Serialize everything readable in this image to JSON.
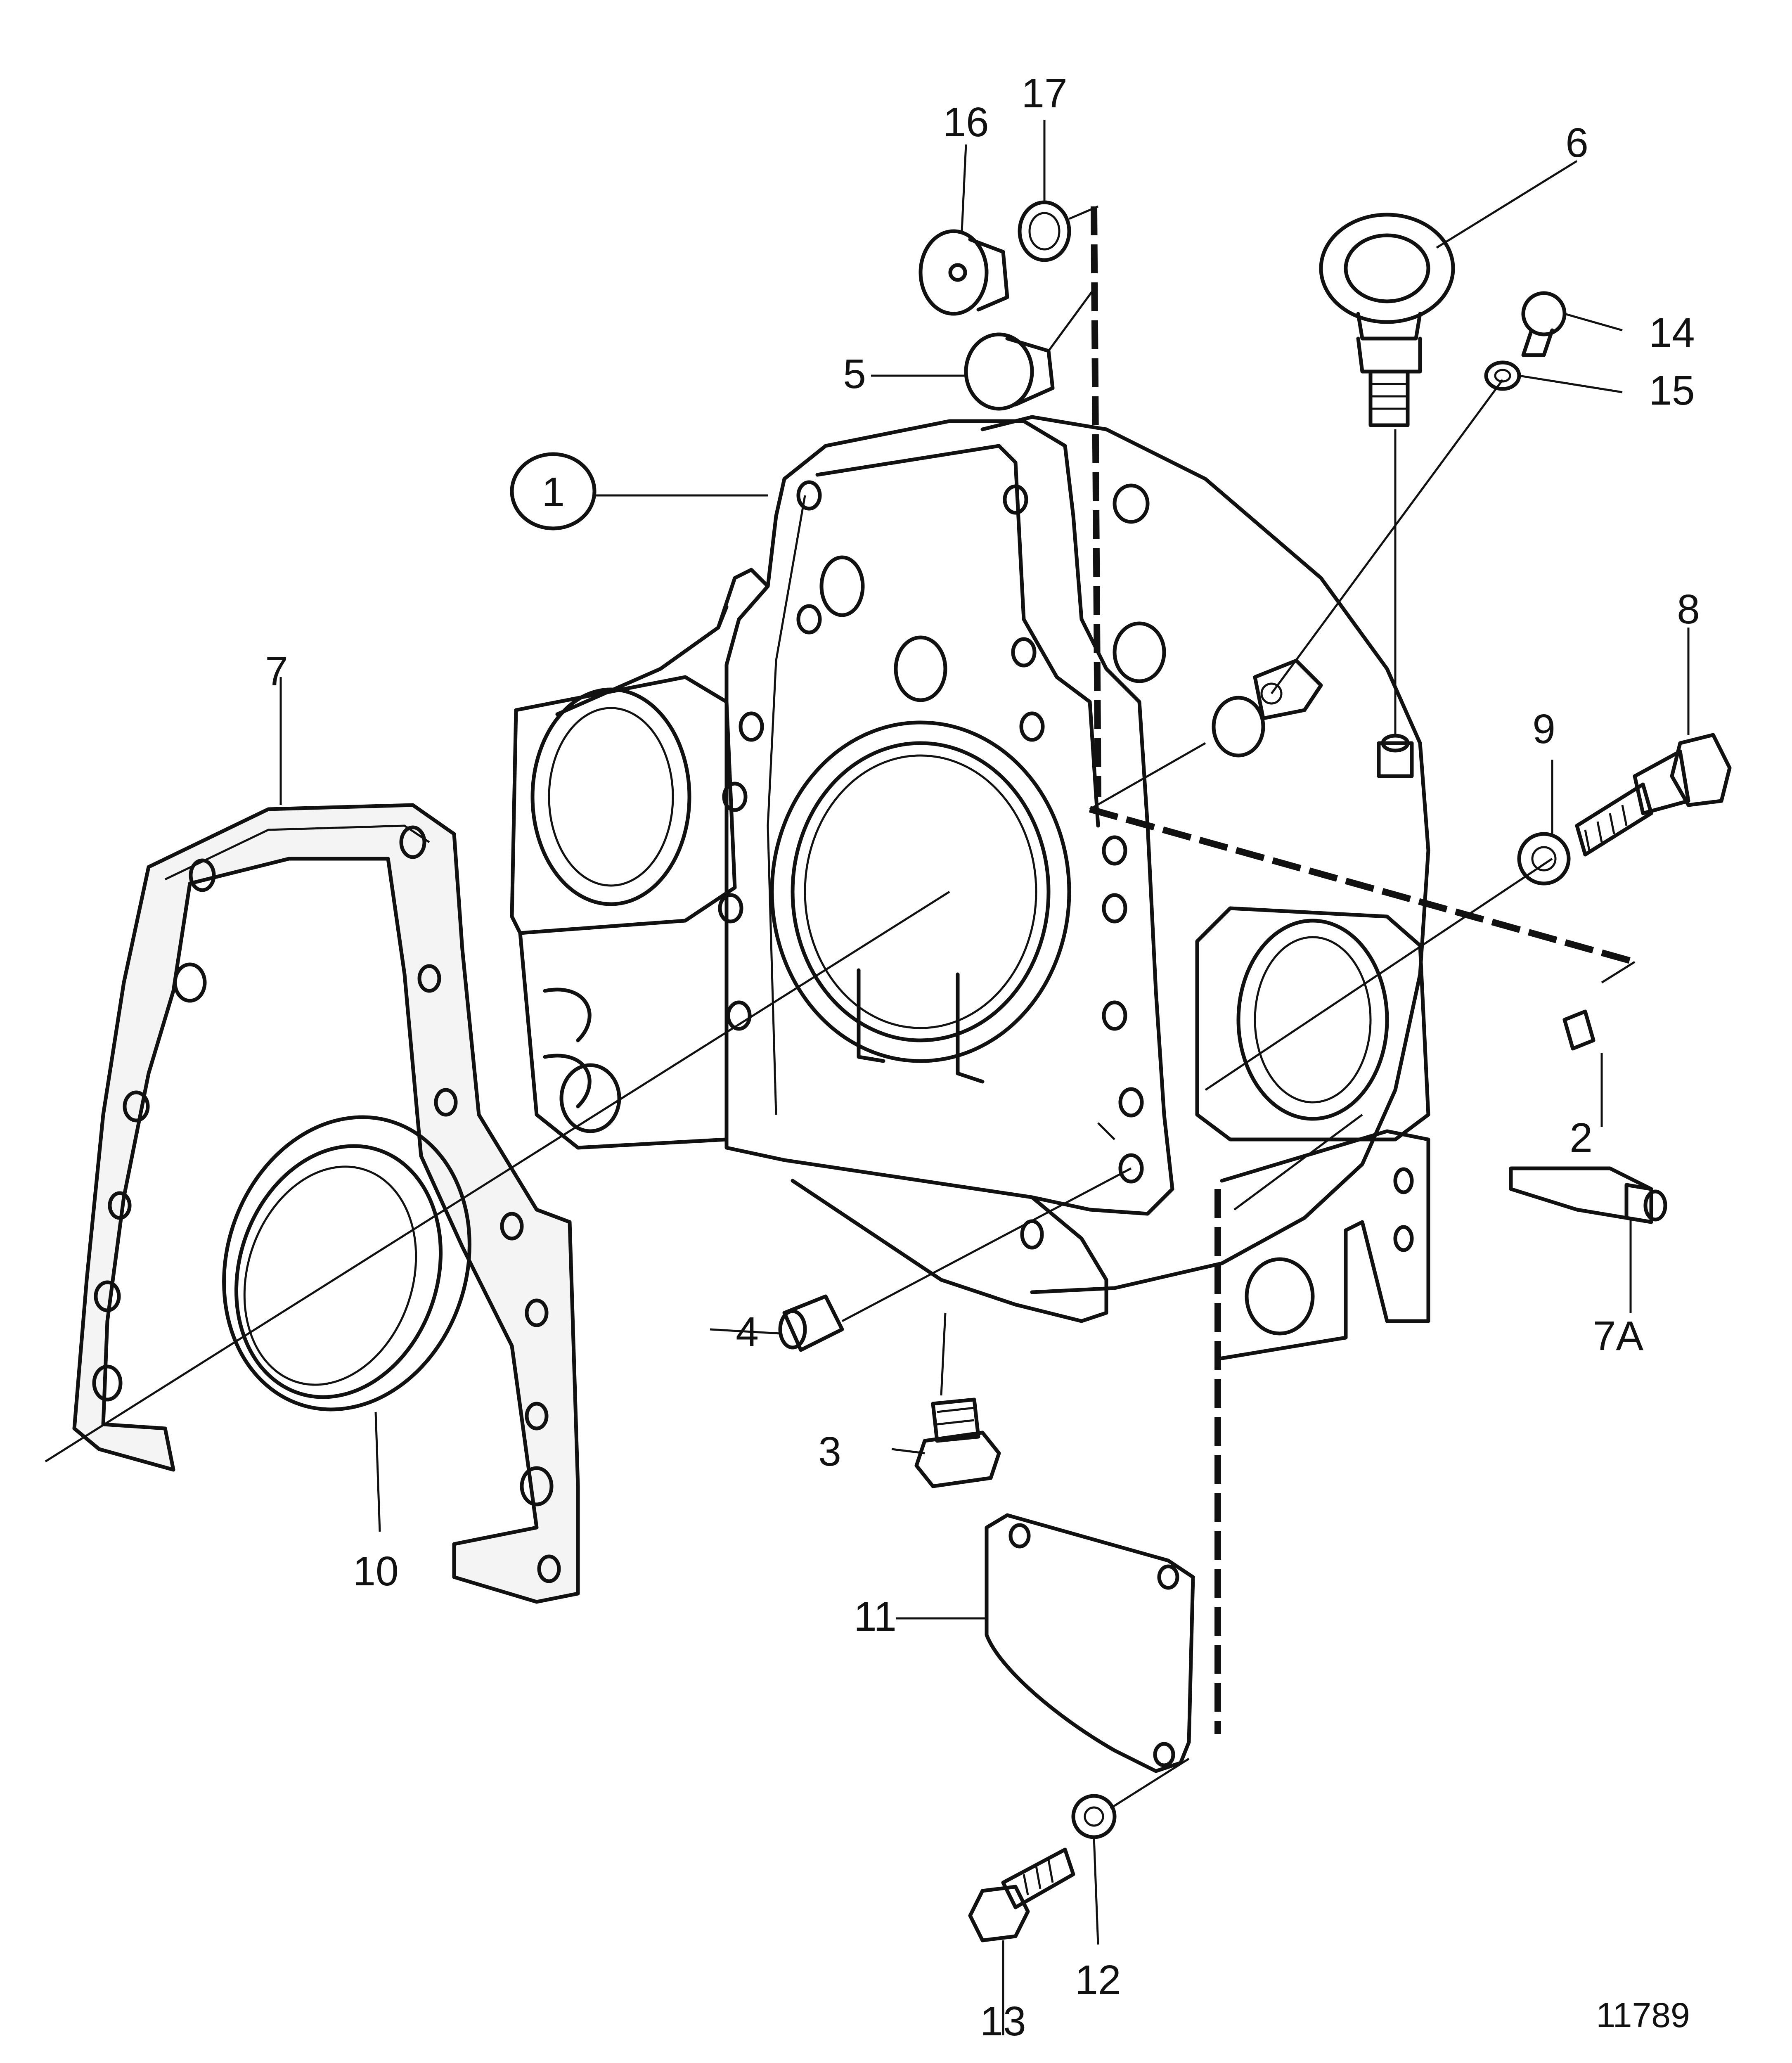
{
  "callouts": [
    {
      "id": "1",
      "label": "1",
      "circled": true
    },
    {
      "id": "2",
      "label": "2"
    },
    {
      "id": "3",
      "label": "3"
    },
    {
      "id": "4",
      "label": "4"
    },
    {
      "id": "5",
      "label": "5"
    },
    {
      "id": "6",
      "label": "6"
    },
    {
      "id": "7",
      "label": "7"
    },
    {
      "id": "7A",
      "label": "7A"
    },
    {
      "id": "8",
      "label": "8"
    },
    {
      "id": "9",
      "label": "9"
    },
    {
      "id": "10",
      "label": "10"
    },
    {
      "id": "11",
      "label": "11"
    },
    {
      "id": "12",
      "label": "12"
    },
    {
      "id": "13",
      "label": "13"
    },
    {
      "id": "14",
      "label": "14"
    },
    {
      "id": "15",
      "label": "15"
    },
    {
      "id": "16",
      "label": "16"
    },
    {
      "id": "17",
      "label": "17"
    }
  ],
  "figure_number": "11789",
  "colors": {
    "ink": "#111111",
    "paper": "#ffffff"
  }
}
